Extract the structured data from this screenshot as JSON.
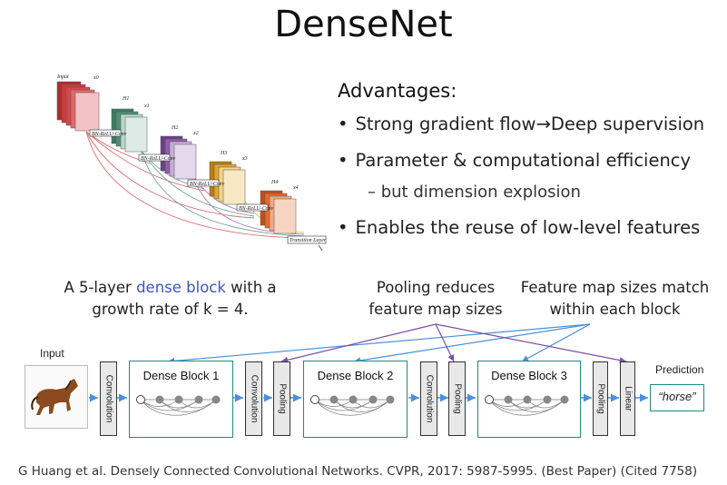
{
  "title": "DenseNet",
  "advantages": {
    "heading": "Advantages:",
    "bullets": [
      {
        "dot": "•",
        "text": "Strong gradient flow→Deep supervision"
      },
      {
        "dot": "•",
        "text": "Parameter & computational efficiency"
      },
      {
        "dot": "•",
        "text": "Enables the reuse of low-level features"
      }
    ],
    "sub_bullet": "– but dimension explosion"
  },
  "figure_top": {
    "input_label": "Input",
    "x_labels": [
      "x0",
      "x1",
      "x2",
      "x3",
      "x4"
    ],
    "h_labels": [
      "H1",
      "H2",
      "H3",
      "H4"
    ],
    "op_label": "BN-ReLU-Conv",
    "transition_label": "Transition Layer",
    "colors": [
      "#d8474a",
      "#4f8f78",
      "#8f5fa8",
      "#e0a632",
      "#e66a2e"
    ]
  },
  "captions": {
    "left_prefix": "A 5-layer ",
    "left_highlight": "dense block",
    "left_suffix": " with a",
    "left_line2": "growth rate of k = 4.",
    "middle_line1": "Pooling reduces",
    "middle_line2": "feature map sizes",
    "right_line1": "Feature map sizes match",
    "right_line2": "within each block"
  },
  "pipeline": {
    "input_label": "Input",
    "convolution": "Convolution",
    "pooling": "Pooling",
    "linear": "Linear",
    "blocks": [
      "Dense Block 1",
      "Dense Block 2",
      "Dense Block 3"
    ],
    "prediction_label": "Prediction",
    "prediction_value": "“horse”",
    "colors": {
      "teal": "#1f8a82",
      "arrow_blue": "#4a90d9",
      "arrow_purple": "#7a4fa8"
    }
  },
  "citation": "G Huang et al. Densely Connected Convolutional Networks. CVPR, 2017: 5987-5995. (Best Paper) (Cited 7758)"
}
